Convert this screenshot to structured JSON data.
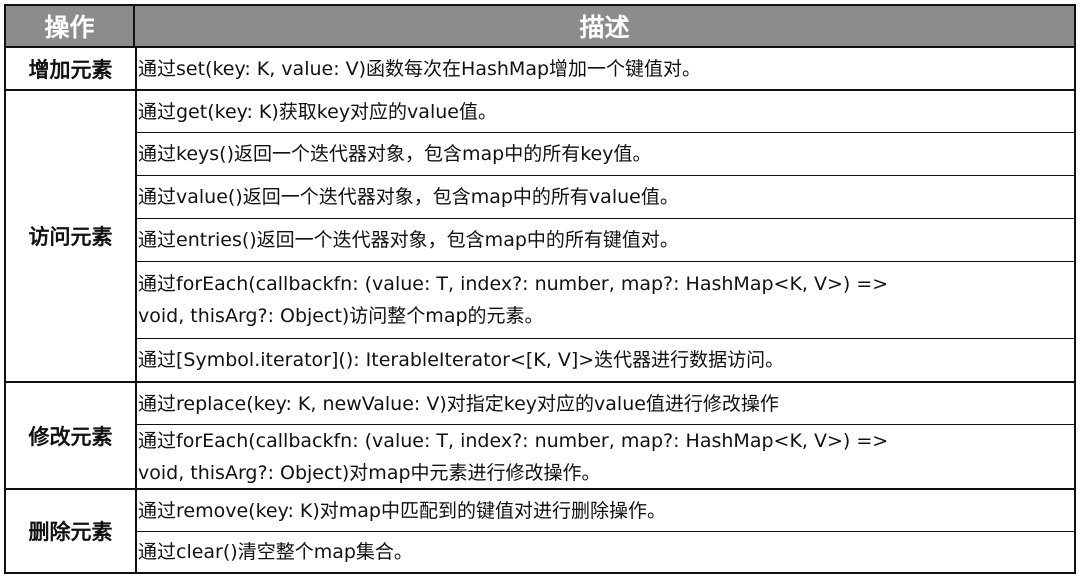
{
  "header": {
    "operation": "操作",
    "description": "描述"
  },
  "groups": [
    {
      "operation": "增加元素",
      "rows": [
        "通过set(key: K, value: V)函数每次在HashMap增加一个键值对。"
      ]
    },
    {
      "operation": "访问元素",
      "rows": [
        "通过get(key: K)获取key对应的value值。",
        "通过keys()返回一个迭代器对象，包含map中的所有key值。",
        "通过value()返回一个迭代器对象，包含map中的所有value值。",
        "通过entries()返回一个迭代器对象，包含map中的所有键值对。",
        "通过forEach(callbackfn: (value: T, index?: number, map?: HashMap<K, V>) =>\nvoid, thisArg?: Object)访问整个map的元素。",
        "通过[Symbol.iterator](): IterableIterator<[K, V]>迭代器进行数据访问。"
      ]
    },
    {
      "operation": "修改元素",
      "rows": [
        "通过replace(key: K, newValue: V)对指定key对应的value值进行修改操作",
        "通过forEach(callbackfn: (value: T, index?: number, map?: HashMap<K, V>) =>\nvoid, thisArg?: Object)对map中元素进行修改操作。"
      ]
    },
    {
      "operation": "删除元素",
      "rows": [
        "通过remove(key: K)对map中匹配到的键值对进行删除操作。",
        "通过clear()清空整个map集合。"
      ]
    }
  ]
}
